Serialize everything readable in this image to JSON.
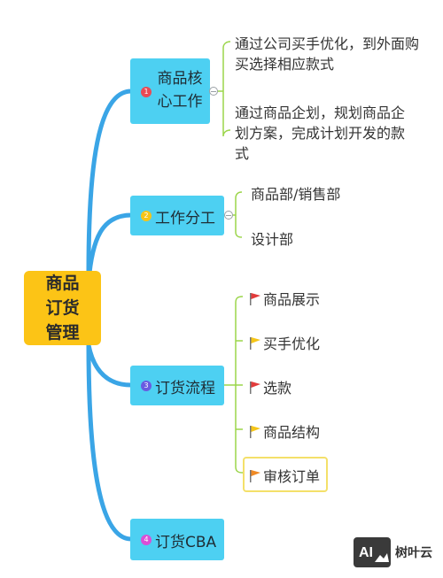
{
  "root": {
    "label": "商品订货管理"
  },
  "branches": [
    {
      "label": "商品核心工作",
      "number": "1",
      "badge_color": "#e94a55",
      "children": [
        "通过公司买手优化，到外面购买选择相应款式",
        "通过商品企划，规划商品企划方案，完成计划开发的款式"
      ]
    },
    {
      "label": "工作分工",
      "number": "2",
      "badge_color": "#f5c518",
      "children": [
        "商品部/销售部",
        "设计部"
      ]
    },
    {
      "label": "订货流程",
      "number": "3",
      "badge_color": "#6a5be0",
      "children": [
        {
          "text": "商品展示",
          "flag": "red"
        },
        {
          "text": "买手优化",
          "flag": "yellow"
        },
        {
          "text": "选款",
          "flag": "red"
        },
        {
          "text": "商品结构",
          "flag": "yellow"
        },
        {
          "text": "审核订单",
          "flag": "orange"
        }
      ]
    },
    {
      "label": "订货CBA",
      "number": "4",
      "badge_color": "#d94fd6",
      "children": []
    }
  ],
  "colors": {
    "root_fill": "#fcc416",
    "branch_fill": "#4dd0f2",
    "connector": "#3aa5e6",
    "flag_red": "#e23b3b",
    "flag_yellow": "#f5c518",
    "flag_orange": "#f08a24"
  },
  "watermark": {
    "logo": "AI",
    "text": "树叶云"
  }
}
